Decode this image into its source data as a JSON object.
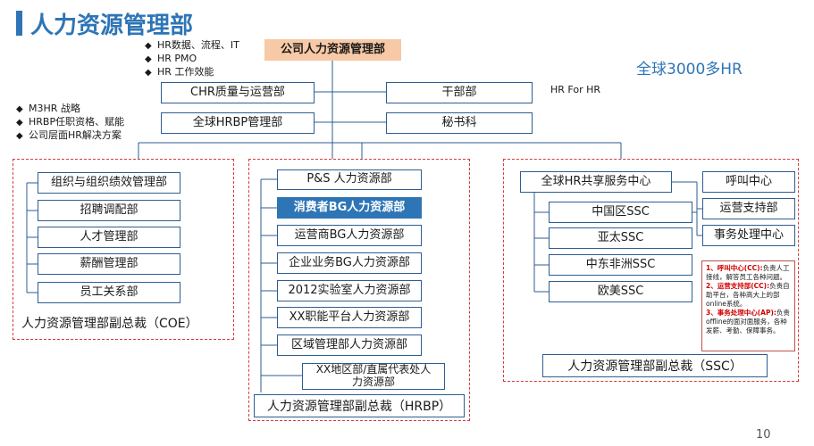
{
  "title": "人力资源管理部",
  "page_number": "10",
  "top_box": "公司人力资源管理部",
  "global_label": "全球3000多HR",
  "hr_for_hr": "HR For HR",
  "top_bullets": [
    "HR数据、流程、IT",
    "HR PMO",
    "HR 工作效能"
  ],
  "left_bullets": [
    "M3HR 战略",
    "HRBP任职资格、赋能",
    "公司层面HR解决方案"
  ],
  "dept_left": [
    "CHR质量与运营部",
    "全球HRBP管理部"
  ],
  "dept_right": [
    "干部部",
    "秘书科"
  ],
  "coe": {
    "items": [
      "组织与组织绩效管理部",
      "招聘调配部",
      "人才管理部",
      "薪酬管理部",
      "员工关系部"
    ],
    "caption": "人力资源管理部副总裁（COE）"
  },
  "hrbp": {
    "items": [
      "P&S 人力资源部",
      "消费者BG人力资源部",
      "运营商BG人力资源部",
      "企业业务BG人力资源部",
      "2012实验室人力资源部",
      "XX职能平台人力资源部",
      "区域管理部人力资源部"
    ],
    "sub_item": "XX地区部/直属代表处人力资源部",
    "caption": "人力资源管理部副总裁（HRBP）"
  },
  "ssc": {
    "center": "全球HR共享服务中心",
    "regions": [
      "中国区SSC",
      "亚太SSC",
      "中东非洲SSC",
      "欧美SSC"
    ],
    "functions": [
      "呼叫中心",
      "运营支持部",
      "事务处理中心"
    ],
    "caption": "人力资源管理部副总裁（SSC）",
    "note": [
      {
        "head": "1、呼叫中心(CC):",
        "body": "负责人工接线，解答员工各种问题。"
      },
      {
        "head": "2、运营支持部(CC):",
        "body": "负责自助平台，各种高大上的部online系统。"
      },
      {
        "head": "3、事务处理中心(AP):",
        "body": "负责offline的面对面服务，各种发薪、考勤、保障事务。"
      }
    ]
  },
  "colors": {
    "accent": "#2e75b6",
    "top": "#f7c9a6",
    "dash": "#d73b3b",
    "title": "#2e75b6"
  }
}
